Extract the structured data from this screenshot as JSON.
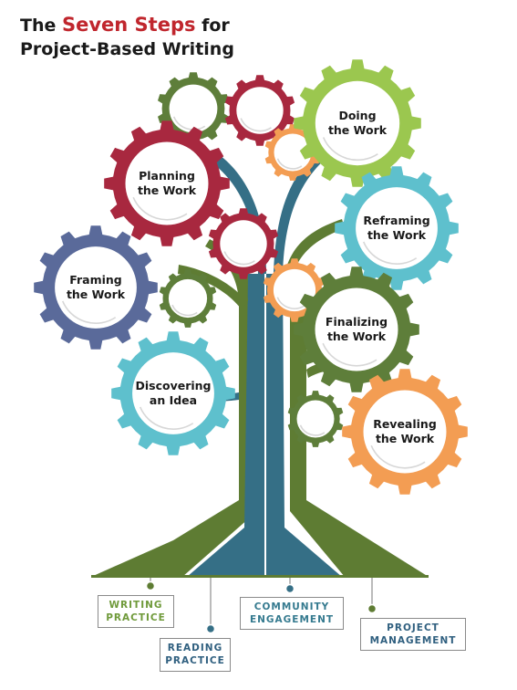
{
  "title": {
    "part1": "The ",
    "accent": "Seven Steps",
    "part2": " for",
    "line2": "Project-Based Writing"
  },
  "steps": [
    {
      "line1": "Planning",
      "line2": "the Work"
    },
    {
      "line1": "Doing",
      "line2": "the Work"
    },
    {
      "line1": "Reframing",
      "line2": "the Work"
    },
    {
      "line1": "Framing",
      "line2": "the Work"
    },
    {
      "line1": "Finalizing",
      "line2": "the Work"
    },
    {
      "line1": "Discovering",
      "line2": "an Idea"
    },
    {
      "line1": "Revealing",
      "line2": "the Work"
    }
  ],
  "roots": [
    {
      "line1": "WRITING",
      "line2": "PRACTICE"
    },
    {
      "line1": "READING",
      "line2": "PRACTICE"
    },
    {
      "line1": "COMMUNITY",
      "line2": "ENGAGEMENT"
    },
    {
      "line1": "PROJECT",
      "line2": "MANAGEMENT"
    }
  ],
  "colors": {
    "red": "#a8283f",
    "green": "#5e7e3a",
    "lightgreen": "#9bc74f",
    "orange": "#f39d53",
    "teal": "#5ec0cd",
    "slate": "#5a6a9a",
    "trunk_blue": "#356f86",
    "trunk_green": "#5e7c33",
    "root_green_text": "#6f9a3a",
    "root_blue_text": "#2f5f7f",
    "root_teal_text": "#357a8f"
  }
}
